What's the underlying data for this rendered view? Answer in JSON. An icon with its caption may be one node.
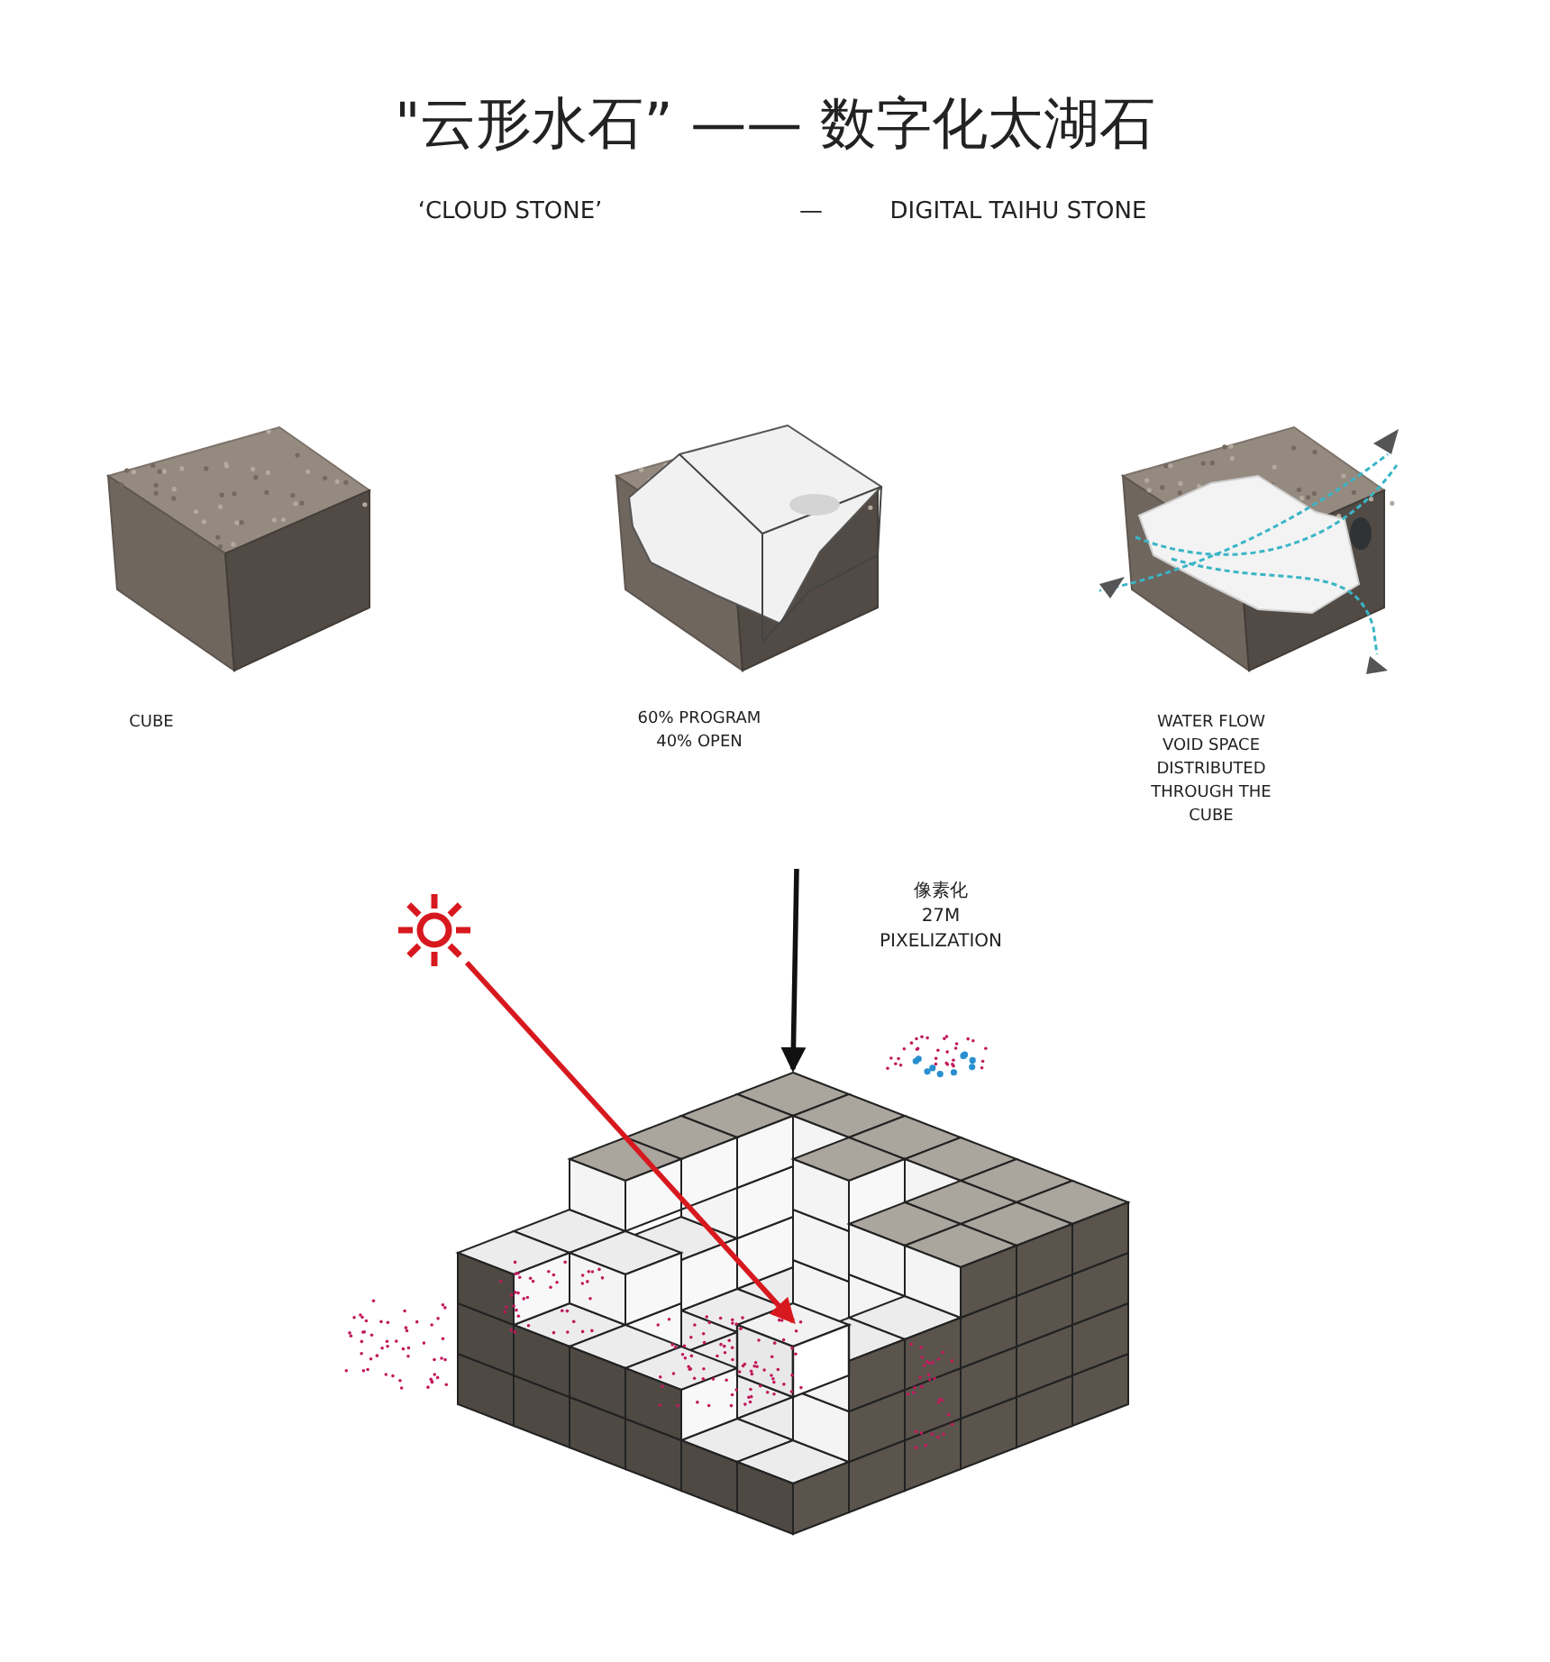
{
  "diagram": {
    "title": "\"云形水石” —— 数字化太湖石",
    "nodes": [
      {
        "text": [],
        "shape": "picture",
        "beside": [
          "CUBE"
        ]
      },
      {
        "text": [],
        "shape": "picture",
        "beside": [
          "60% PROGRAM 40% OPEN"
        ]
      },
      {
        "text": [],
        "shape": "picture",
        "beside": [
          "WATER FLOW VOID SPACE DISTRIBUTED THROUGH THE CUBE"
        ]
      },
      {
        "text": [],
        "shape": "picture"
      },
      {
        "text": [],
        "shape": "picture"
      }
    ],
    "edges": [
      {
        "from": null,
        "to": 4,
        "arrow": "to",
        "label": "像素化 27M PIXELIZATION"
      },
      {
        "from": 3,
        "to": 4,
        "arrow": "to",
        "color": "#d7191f"
      }
    ],
    "labels": [
      "‘CLOUD STONE’",
      "—",
      "DIGITAL TAIHU STONE"
    ]
  }
}
